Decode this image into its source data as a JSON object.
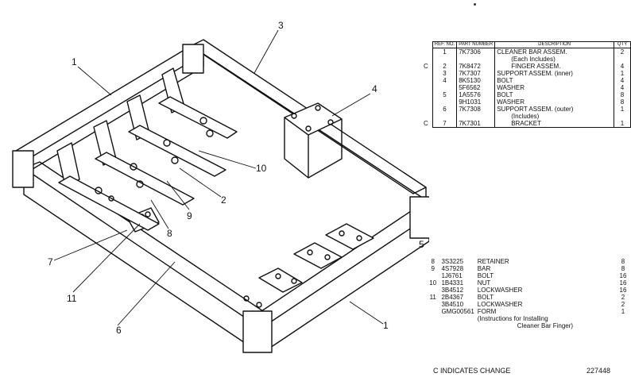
{
  "callouts": [
    "1",
    "2",
    "3",
    "4",
    "5",
    "6",
    "7",
    "8",
    "9",
    "10",
    "11"
  ],
  "parts_table": {
    "headers": {
      "ref": "REF. NO.",
      "part": "PART NUMBER",
      "description": "DESCRIPTION",
      "qty": "QTY"
    },
    "rows": [
      {
        "mark": "",
        "ref": "1",
        "part": "7K7306",
        "desc": "CLEANER BAR ASSEM.",
        "qty": "2"
      },
      {
        "mark": "",
        "ref": "",
        "part": "",
        "desc": "(Each Includes)",
        "qty": ""
      },
      {
        "mark": "C",
        "ref": "2",
        "part": "7K8472",
        "desc": "FINGER ASSEM.",
        "qty": "4"
      },
      {
        "mark": "",
        "ref": "3",
        "part": "7K7307",
        "desc": "SUPPORT ASSEM. (inner)",
        "qty": "1"
      },
      {
        "mark": "",
        "ref": "4",
        "part": "8K5130",
        "desc": "BOLT",
        "qty": "4"
      },
      {
        "mark": "",
        "ref": "",
        "part": "5F6562",
        "desc": "WASHER",
        "qty": "4"
      },
      {
        "mark": "",
        "ref": "5",
        "part": "1A5576",
        "desc": "BOLT",
        "qty": "8"
      },
      {
        "mark": "",
        "ref": "",
        "part": "9H1031",
        "desc": "WASHER",
        "qty": "8"
      },
      {
        "mark": "",
        "ref": "6",
        "part": "7K7308",
        "desc": "SUPPORT ASSEM. (outer)",
        "qty": "1"
      },
      {
        "mark": "",
        "ref": "",
        "part": "",
        "desc": "(Includes)",
        "qty": ""
      },
      {
        "mark": "C",
        "ref": "7",
        "part": "7K7301",
        "desc": "BRACKET",
        "qty": "1"
      }
    ]
  },
  "hardware_table": {
    "rows": [
      {
        "ref": "8",
        "part": "3S3225",
        "desc": "RETAINER",
        "qty": "8"
      },
      {
        "ref": "9",
        "part": "4S7928",
        "desc": "BAR",
        "qty": "8"
      },
      {
        "ref": "",
        "part": "1J6761",
        "desc": "BOLT",
        "qty": "16"
      },
      {
        "ref": "10",
        "part": "1B4331",
        "desc": "NUT",
        "qty": "16"
      },
      {
        "ref": "",
        "part": "3B4512",
        "desc": "LOCKWASHER",
        "qty": "16"
      },
      {
        "ref": "11",
        "part": "2B4367",
        "desc": "BOLT",
        "qty": "2"
      },
      {
        "ref": "",
        "part": "3B4510",
        "desc": "LOCKWASHER",
        "qty": "2"
      },
      {
        "ref": "",
        "part": "GMG00561",
        "desc": "FORM",
        "qty": "1"
      },
      {
        "ref": "",
        "part": "",
        "desc": "(Instructions for Installing",
        "qty": ""
      },
      {
        "ref": "",
        "part": "",
        "desc": "Cleaner Bar Finger)",
        "qty": ""
      }
    ]
  },
  "footer": {
    "note": "C INDICATES CHANGE",
    "id": "227448"
  }
}
